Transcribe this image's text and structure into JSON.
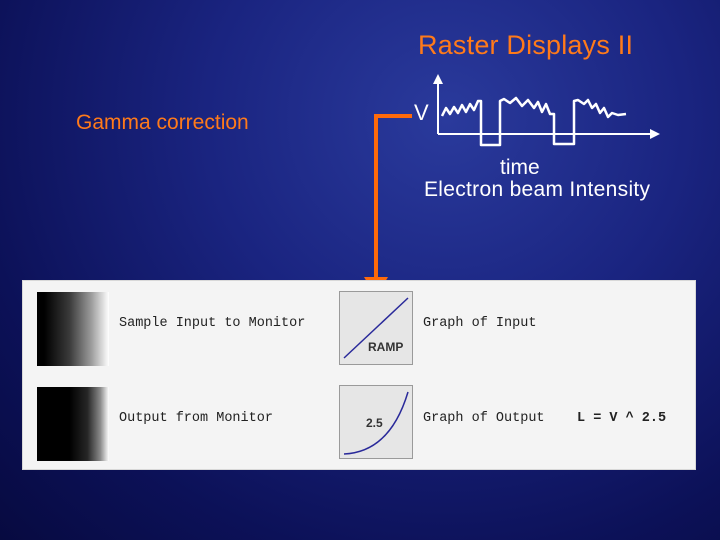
{
  "slide": {
    "title": "Raster Displays II",
    "gamma_label": "Gamma correction",
    "axis_label": "V",
    "time_label": "time",
    "intensity_label": "Electron beam Intensity"
  },
  "panel": {
    "row1_text": "Sample Input to Monitor",
    "row1_graph_tag": "RAMP",
    "row1_graph_caption": "Graph of Input",
    "row2_text": "Output from Monitor",
    "row2_graph_tag": "2.5",
    "row2_graph_caption": "Graph of Output",
    "formula": "L = V ^ 2.5"
  },
  "colors": {
    "accent": "#ff7a1a",
    "background": "#111a6e",
    "text": "#ffffff"
  }
}
